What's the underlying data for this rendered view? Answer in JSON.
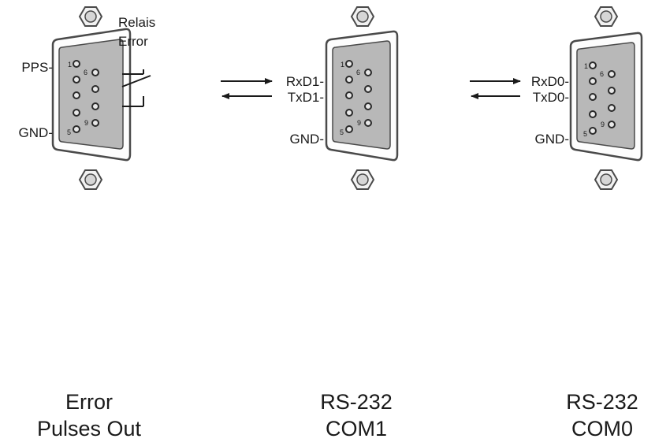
{
  "connectors": [
    {
      "id": "error",
      "top_labels": [
        "Relais",
        "Error"
      ],
      "pin_labels": {
        "pin1": "PPS-",
        "pin5": "GND-"
      },
      "caption": [
        "Error",
        "Pulses Out"
      ]
    },
    {
      "id": "com1",
      "signals": {
        "rx": "RxD1-",
        "tx": "TxD1-",
        "gnd": "GND-"
      },
      "caption": [
        "RS-232",
        "COM1"
      ]
    },
    {
      "id": "com0",
      "signals": {
        "rx": "RxD0-",
        "tx": "TxD0-",
        "gnd": "GND-"
      },
      "caption": [
        "RS-232",
        "COM0"
      ]
    }
  ],
  "pin_numbers": {
    "one": "1",
    "five": "5",
    "six": "6",
    "nine": "9"
  },
  "colors": {
    "connector_fill": "#b8b8b8",
    "connector_outline": "#4a4a4a",
    "ink": "#1a1a1a"
  }
}
